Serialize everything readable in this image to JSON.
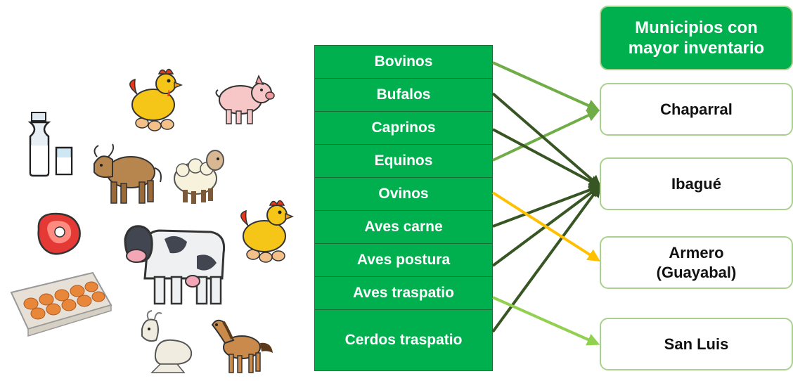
{
  "header": {
    "label": "Municipios con\nmayor inventario"
  },
  "species": [
    {
      "label": "Bovinos"
    },
    {
      "label": "Bufalos"
    },
    {
      "label": "Caprinos"
    },
    {
      "label": "Equinos"
    },
    {
      "label": "Ovinos"
    },
    {
      "label": "Aves carne"
    },
    {
      "label": "Aves postura"
    },
    {
      "label": "Aves traspatio"
    },
    {
      "label": "Cerdos traspatio"
    }
  ],
  "municipios": [
    {
      "label": "Chaparral"
    },
    {
      "label": "Ibagué"
    },
    {
      "label": "Armero\n(Guayabal)"
    },
    {
      "label": "San Luis"
    }
  ],
  "links": [
    {
      "from": "Bovinos",
      "to": "Chaparral",
      "color": "#70ad47"
    },
    {
      "from": "Equinos",
      "to": "Chaparral",
      "color": "#70ad47"
    },
    {
      "from": "Bufalos",
      "to": "Ibagué",
      "color": "#375623"
    },
    {
      "from": "Caprinos",
      "to": "Ibagué",
      "color": "#375623"
    },
    {
      "from": "Aves carne",
      "to": "Ibagué",
      "color": "#375623"
    },
    {
      "from": "Aves postura",
      "to": "Ibagué",
      "color": "#375623"
    },
    {
      "from": "Cerdos traspatio",
      "to": "Ibagué",
      "color": "#375623"
    },
    {
      "from": "Ovinos",
      "to": "Armero\n(Guayabal)",
      "color": "#ffc000"
    },
    {
      "from": "Aves traspatio",
      "to": "San Luis",
      "color": "#92d050"
    }
  ],
  "images": [
    {
      "icon": "milk-bottle-icon"
    },
    {
      "icon": "hen-icon"
    },
    {
      "icon": "pig-icon"
    },
    {
      "icon": "bull-icon"
    },
    {
      "icon": "sheep-icon"
    },
    {
      "icon": "meat-icon"
    },
    {
      "icon": "cow-icon"
    },
    {
      "icon": "hen-icon"
    },
    {
      "icon": "egg-carton-icon"
    },
    {
      "icon": "goat-icon"
    },
    {
      "icon": "horse-icon"
    }
  ]
}
